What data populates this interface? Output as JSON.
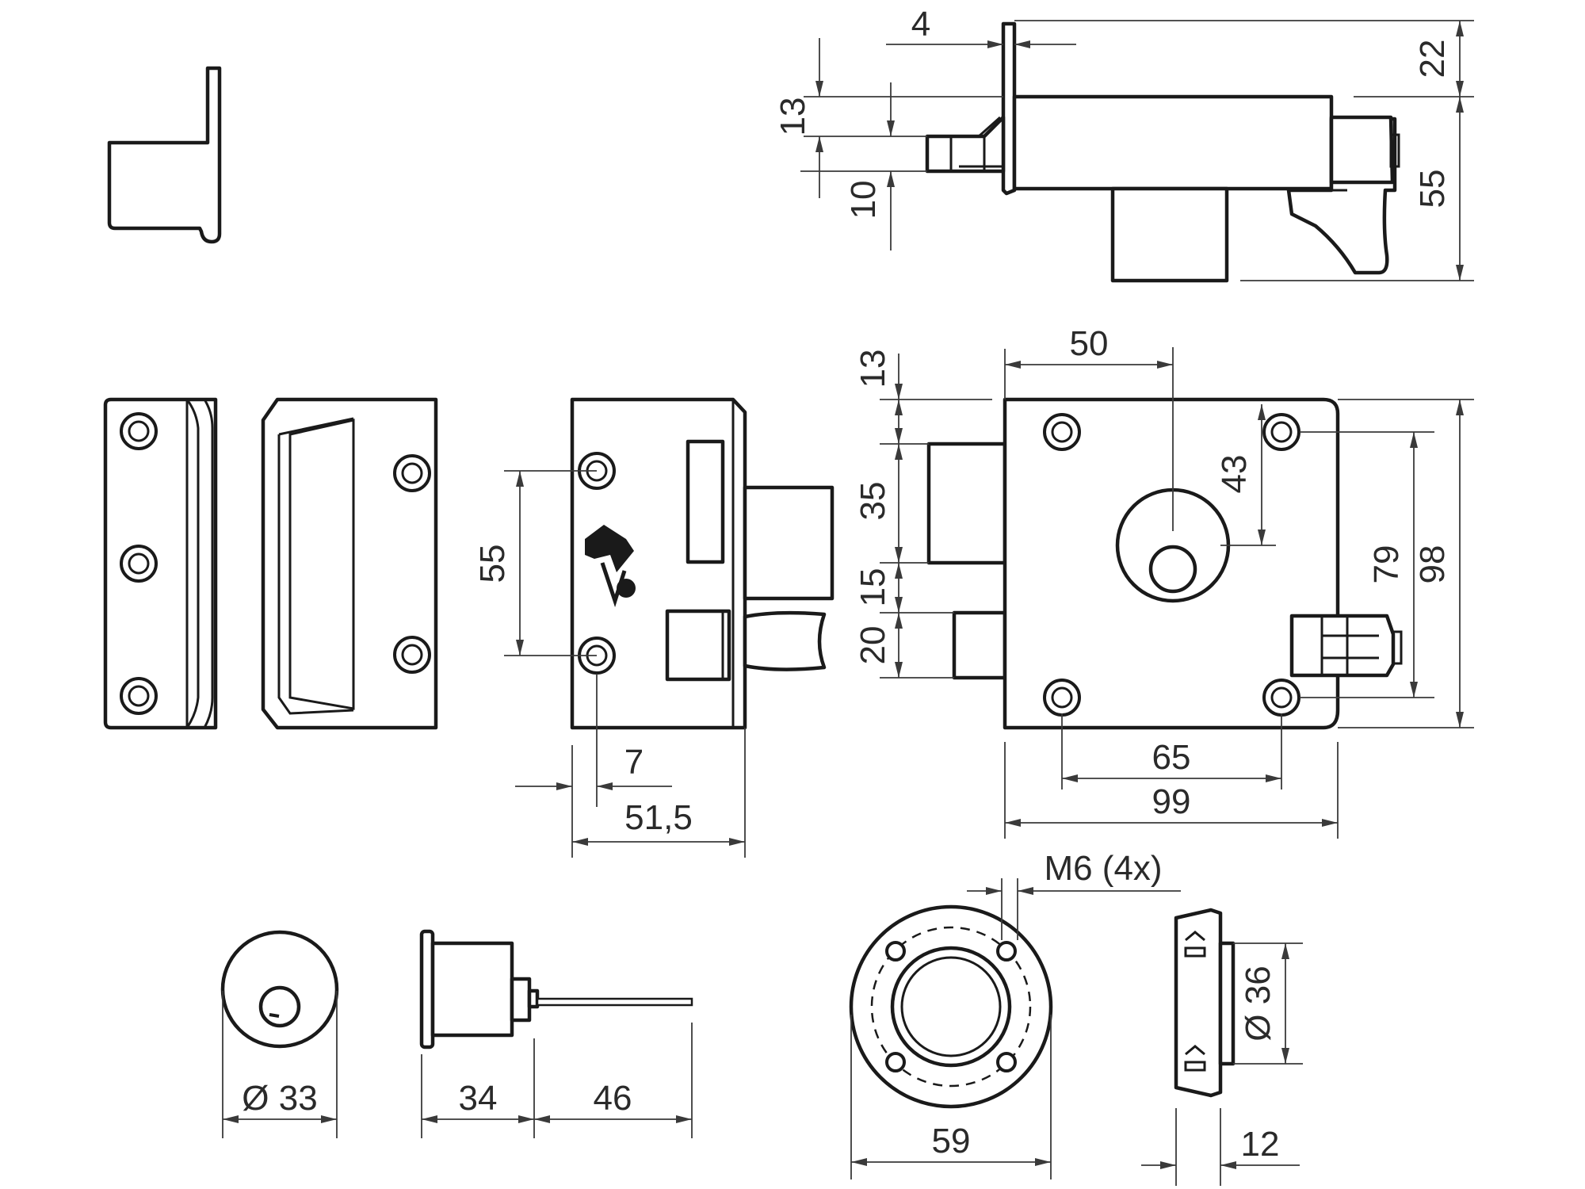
{
  "dimensions": {
    "side_bolt_offset": "4",
    "side_top_offset": "22",
    "side_height": "55",
    "side_bolt_top": "13",
    "side_bolt_height": "10",
    "front_screw_spacing": "55",
    "front_edge_offset": "7",
    "front_depth": "51,5",
    "back_top_gap": "13",
    "back_bolt_height": "35",
    "back_bolt_gap": "15",
    "back_latch_height": "20",
    "back_cylinder_x": "50",
    "back_cylinder_y": "43",
    "back_screw_vertical": "79",
    "back_total_height": "98",
    "back_screw_horizontal": "65",
    "back_total_width": "99",
    "cylinder_face_diameter": "Ø 33",
    "cylinder_length": "34",
    "tailpiece_length": "46",
    "rosette_thread": "M6 (4x)",
    "rosette_diameter": "59",
    "rosette_inner_diameter": "Ø 36",
    "rosette_depth": "12"
  }
}
